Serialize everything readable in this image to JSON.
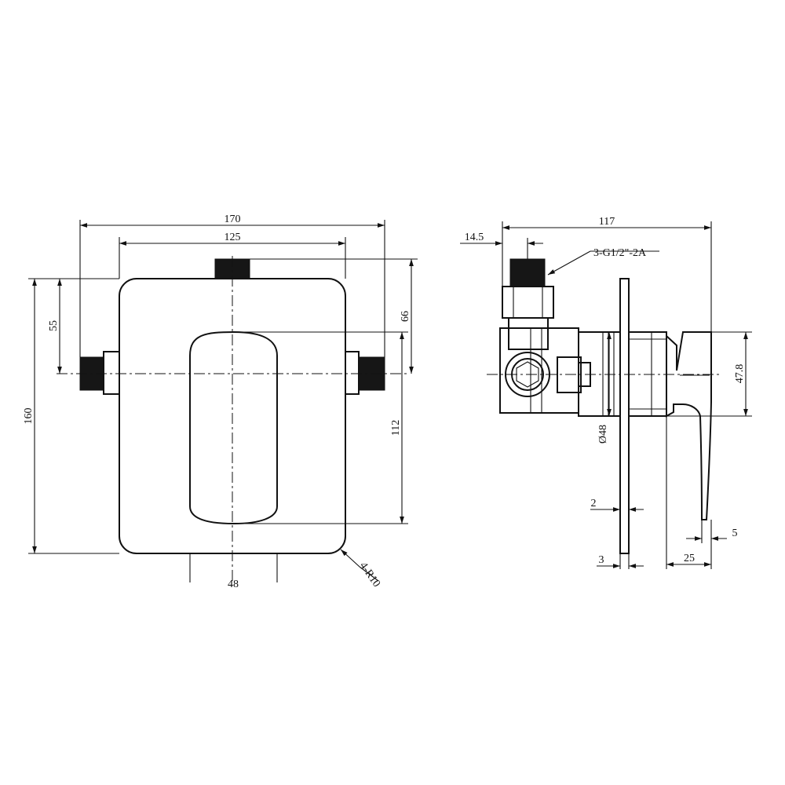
{
  "front_view": {
    "dimensions": {
      "overall_width": "170",
      "plate_width": "125",
      "plate_height": "160",
      "side_inlet_offset": "55",
      "top_to_center": "66",
      "lever_height": "112",
      "lever_width": "48",
      "corner_radius": "4-R10"
    }
  },
  "side_view": {
    "dimensions": {
      "overall_depth": "117",
      "inlet_offset": "14.5",
      "thread_spec": "3-G1/2\"-2A",
      "handle_height": "47.8",
      "body_diameter": "Ø48",
      "plate_thickness": "2",
      "plate_offset": "3",
      "lever_depth": "25",
      "lever_tip": "5"
    }
  }
}
